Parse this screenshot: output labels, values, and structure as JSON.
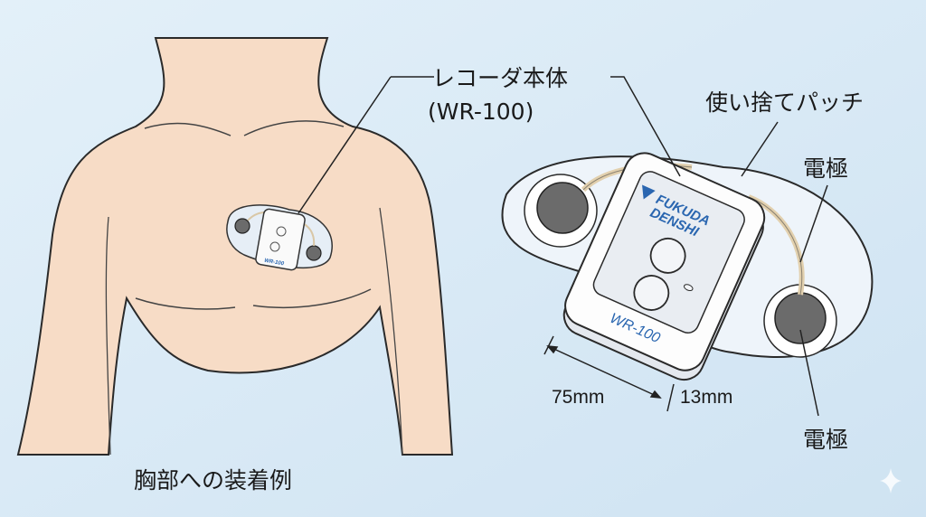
{
  "labels": {
    "recorder": "レコーダ本体",
    "model_paren": "(WR-100)",
    "patch": "使い捨てパッチ",
    "electrode_top": "電極",
    "electrode_bottom": "電極",
    "caption": "胸部への装着例"
  },
  "dimensions": {
    "length": "75mm",
    "thickness": "13mm"
  },
  "device": {
    "brand_line1": "FUKUDA",
    "brand_line2": "DENSHI",
    "model": "WR-100",
    "mini_model": "WR-100"
  },
  "colors": {
    "background": "#d8eaf6",
    "skin": "#f7dcc6",
    "brand_blue": "#2a66b0",
    "electrode": "#6b6b6b"
  }
}
